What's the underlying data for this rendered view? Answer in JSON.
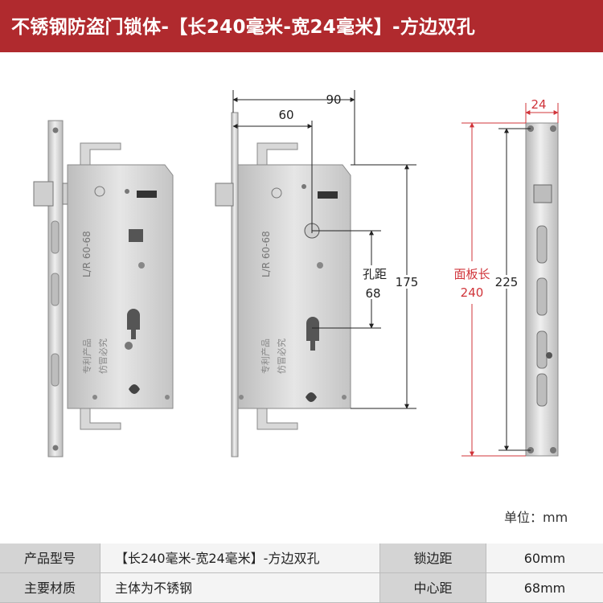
{
  "banner": {
    "title": "不锈钢防盗门锁体-【长240毫米-宽24毫米】-方边双孔"
  },
  "dimensions": {
    "side_width": "90",
    "backset": "60",
    "body_height": "175",
    "hole_distance_label": "孔距",
    "hole_distance_value": "68",
    "plate_width": "24",
    "plate_length_label": "面板长",
    "plate_length_value": "240",
    "hole_span": "225"
  },
  "body_engraving": {
    "model": "L/R 60-68",
    "text1": "专利产品",
    "text2": "仿冒必究"
  },
  "unit_label": "单位：mm",
  "specs": {
    "row1": {
      "label_a": "产品型号",
      "value_a": "【长240毫米-宽24毫米】-方边双孔",
      "label_b": "锁边距",
      "value_b": "60mm"
    },
    "row2": {
      "label_a": "主要材质",
      "value_a": "主体为不锈钢",
      "label_b": "中心距",
      "value_b": "68mm"
    }
  },
  "colors": {
    "banner": "#b02a2e",
    "dimension_red": "#d0343a",
    "steel": "#d6d6d6"
  }
}
